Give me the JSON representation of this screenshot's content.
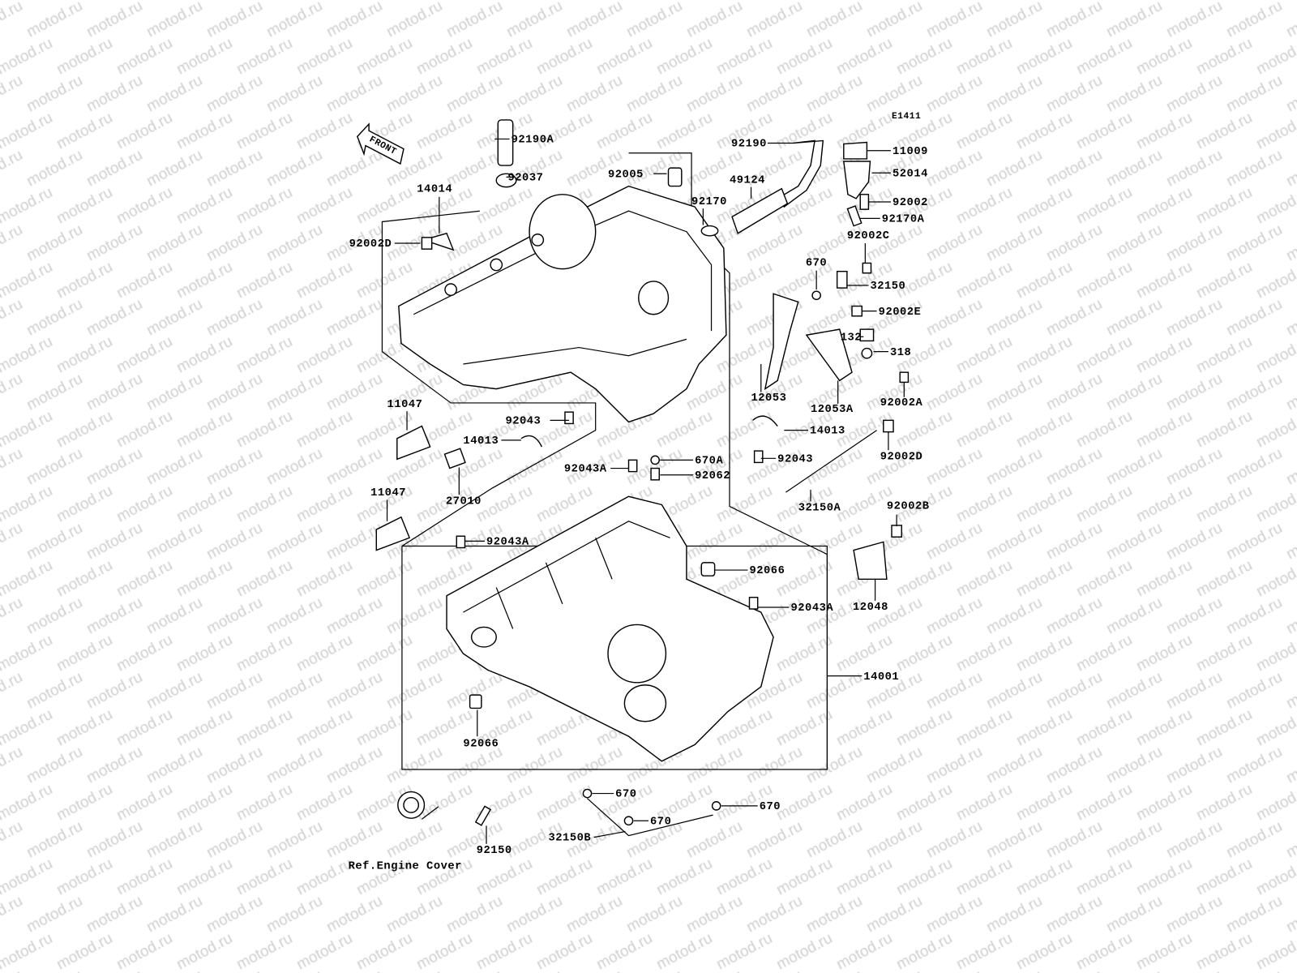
{
  "diagram": {
    "code": "E1411",
    "front_arrow_label": "FRONT",
    "watermark": "motod.ru",
    "reference_note": "Ref.Engine Cover",
    "part_labels": [
      "92190A",
      "92037",
      "92005",
      "14014",
      "92002D",
      "92190",
      "49124",
      "92170",
      "11009",
      "52014",
      "92002",
      "92170A",
      "92002C",
      "670",
      "32150",
      "92002E",
      "132",
      "318",
      "12053",
      "12053A",
      "92002A",
      "14013",
      "92043",
      "11047",
      "14013",
      "92043",
      "670A",
      "92043A",
      "92062",
      "92002D",
      "27010",
      "11047",
      "32150A",
      "92002B",
      "92043A",
      "92066",
      "12048",
      "92043A",
      "14001",
      "92066",
      "670",
      "670",
      "670",
      "32150B",
      "92150"
    ]
  }
}
